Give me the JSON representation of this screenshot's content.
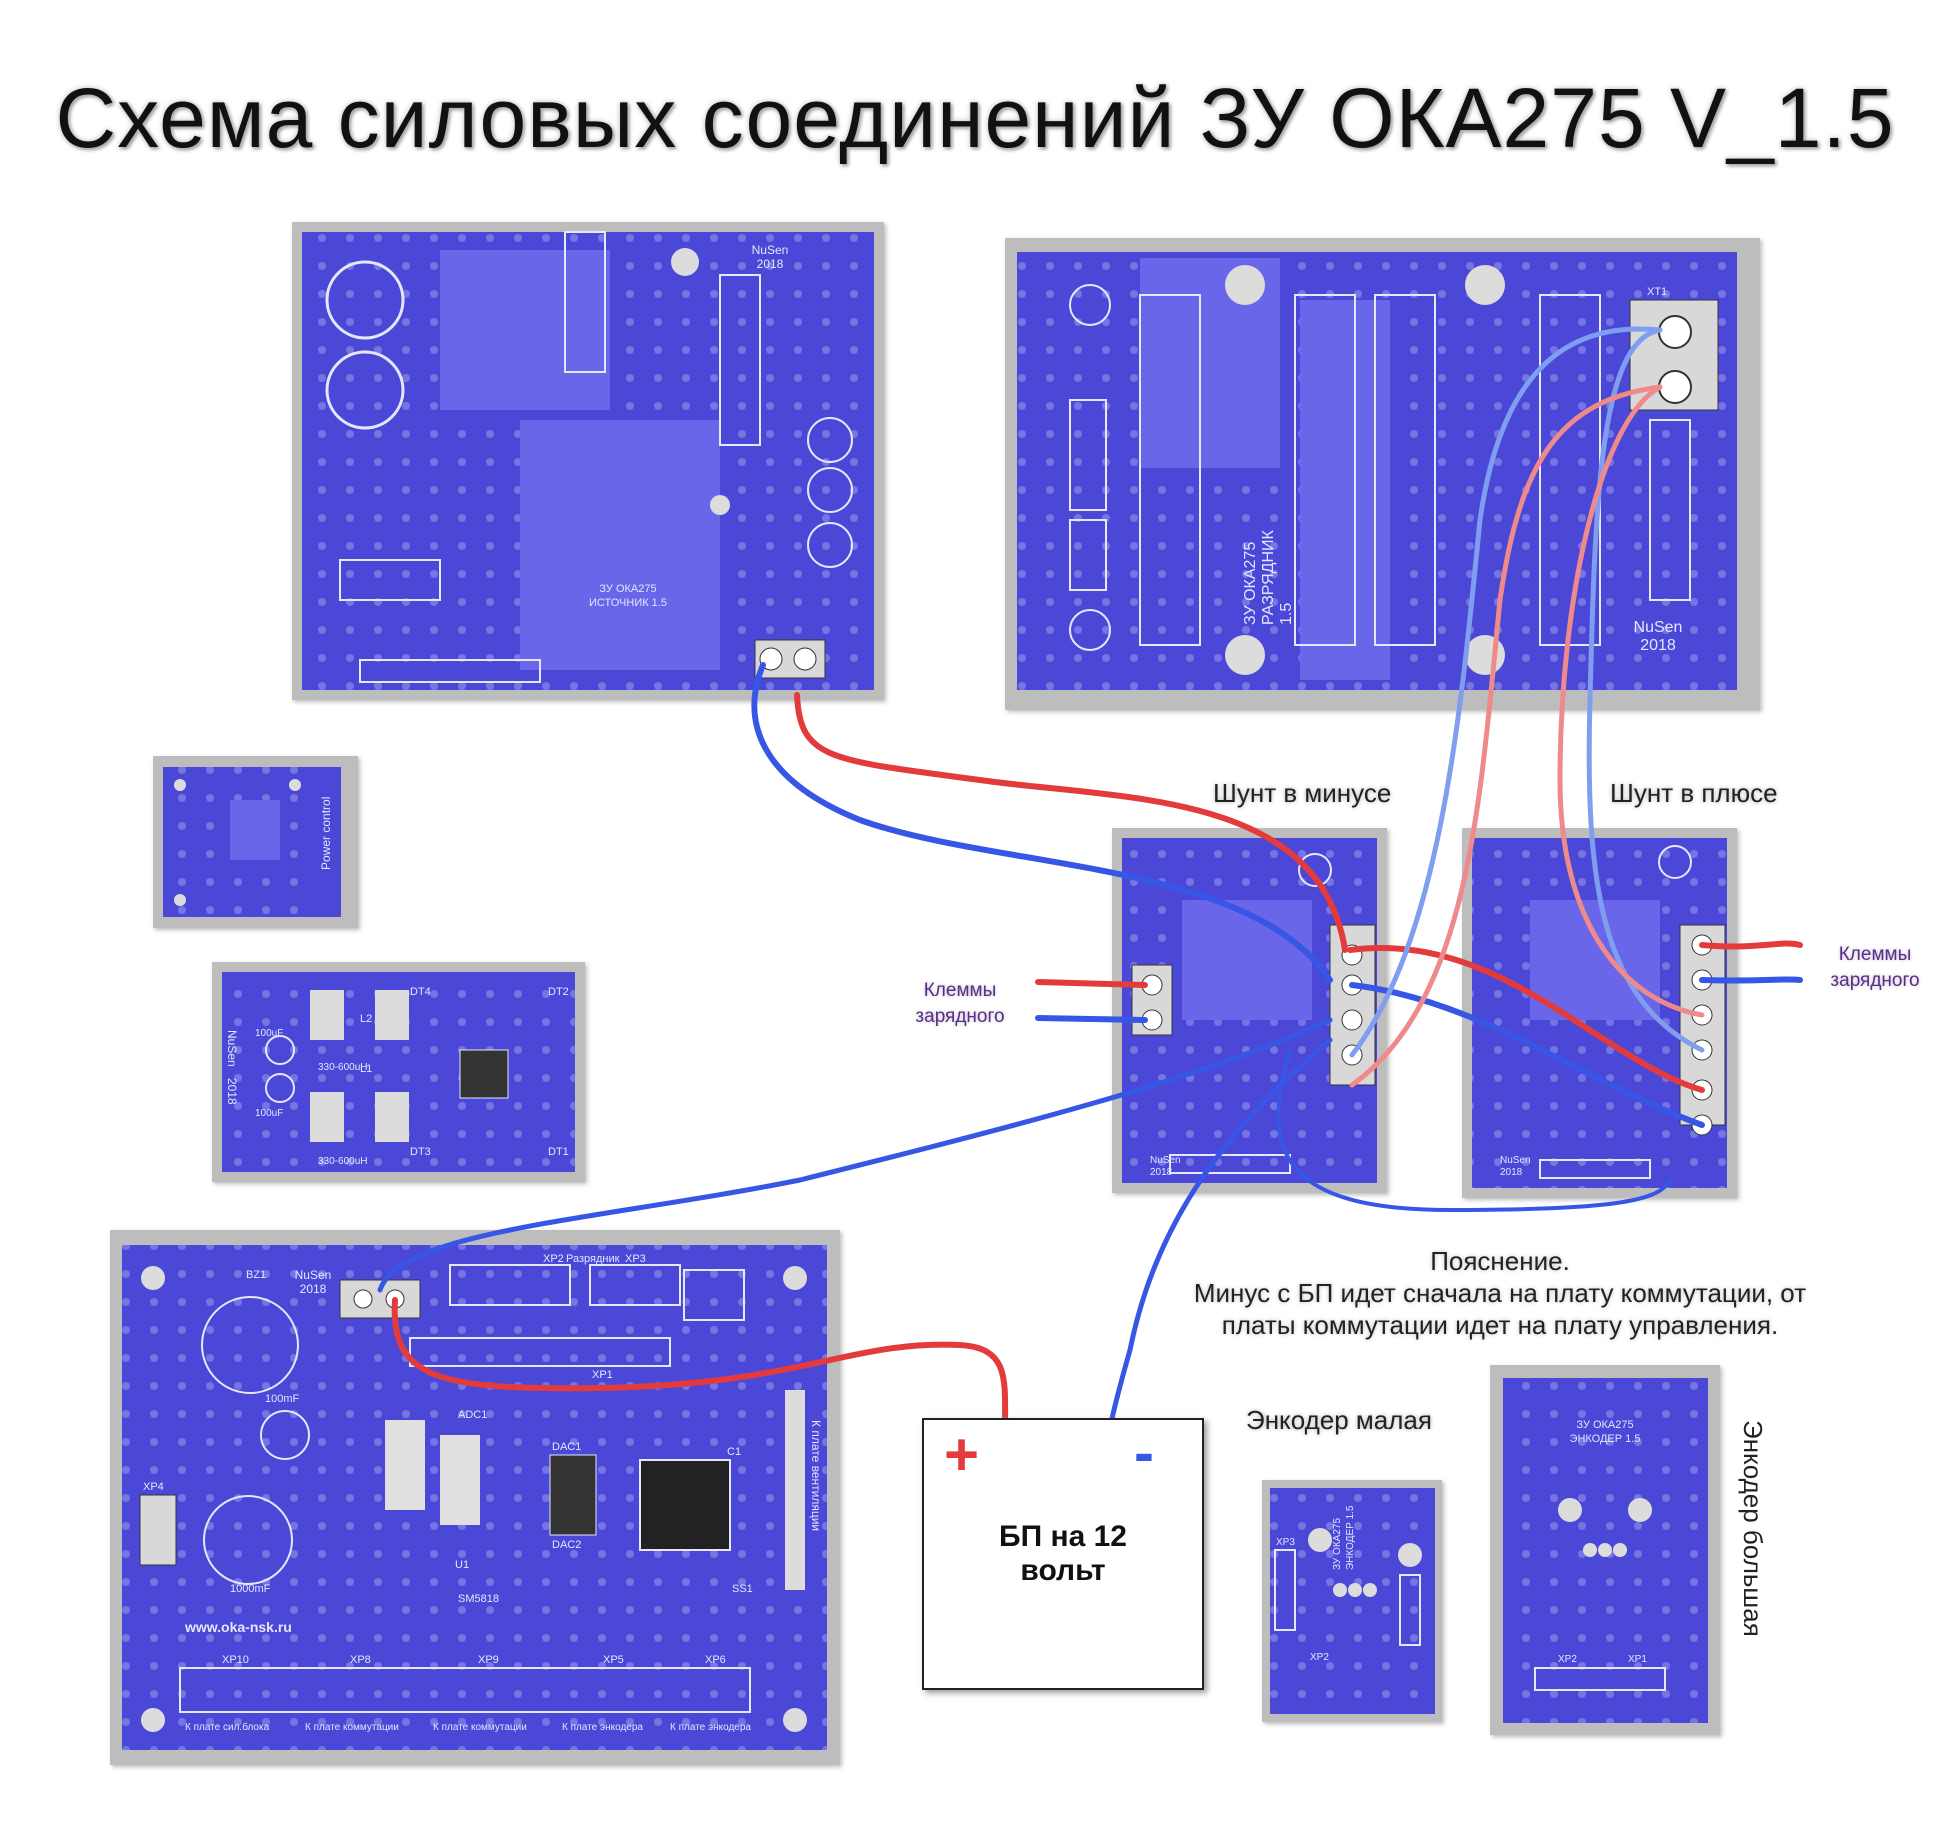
{
  "title": "Схема силовых соединений ЗУ ОКА275 V_1.5",
  "labels": {
    "shunt_minus": "Шунт в минусе",
    "shunt_plus": "Шунт в плюсе",
    "terminals_left": [
      "Клеммы",
      "зарядного"
    ],
    "terminals_right": [
      "Клеммы",
      "зарядного"
    ],
    "encoder_small": "Энкодер малая",
    "encoder_big": "Энкодер большая",
    "note": [
      "Пояснение.",
      "Минус с БП идет сначала на плату коммутации, от",
      "платы коммутации идет на плату управления."
    ],
    "psu_plus": "+",
    "psu_minus": "-",
    "psu": [
      "БП на 12",
      "вольт"
    ]
  },
  "boards": {
    "source": {
      "silk": [
        "ЗУ ОКА275",
        "ИСТОЧНИК 1.5"
      ],
      "brand": [
        "NuSen",
        "2018"
      ]
    },
    "discharger": {
      "silk": [
        "ЗУ ОКА275",
        "РАЗРЯДНИК",
        "1.5"
      ],
      "brand": [
        "NuSen",
        "2018"
      ],
      "terminal": "XT1"
    },
    "power_control": {
      "silk": "Power control"
    },
    "cooler": {
      "brand": [
        "NuSen",
        "2018"
      ],
      "parts": [
        "L1",
        "L2",
        "DT1",
        "DT2",
        "DT3",
        "DT4",
        "330-600uH",
        "330-600uH",
        "100uF",
        "100uF"
      ]
    },
    "control": {
      "brand": [
        "NuSen",
        "2018"
      ],
      "site": "www.oka-nsk.ru",
      "headers": [
        "XP2",
        "Разрядник",
        "XP3",
        "XP1",
        "XP4",
        "XP10",
        "XP8",
        "XP9",
        "XP5",
        "XP6"
      ],
      "bottom": [
        "К плате сил.блока",
        "К плате коммутации",
        "К плате коммутации",
        "К плате энкодера",
        "К плате энкодера"
      ],
      "side": "К плате вентиляции",
      "parts": [
        "BZ1",
        "ADC1",
        "DAC1",
        "DAC2",
        "C1",
        "SS1",
        "U1",
        "SM5818",
        "1000mF",
        "100mF"
      ]
    },
    "encoder_small": {
      "silk": [
        "ЗУ ОКА275",
        "ЭНКОДЕР 1.5"
      ],
      "parts": [
        "XP3",
        "XP2"
      ]
    },
    "encoder_big": {
      "silk": [
        "ЗУ ОКА275",
        "ЭНКОДЕР 1.5"
      ],
      "parts": [
        "XP2",
        "XP1"
      ]
    },
    "switch_minus": {
      "brand": [
        "NuSen",
        "2018"
      ]
    },
    "switch_plus": {
      "brand": [
        "NuSen",
        "2018"
      ]
    }
  },
  "colors": {
    "board": "#4b48d8",
    "board_light": "#6a66ea",
    "frame": "#b9b9b9",
    "wire_red": "#e33b3b",
    "wire_red_light": "#ef8a8a",
    "wire_blue": "#3756e6",
    "wire_blue_light": "#7f9ef0"
  }
}
